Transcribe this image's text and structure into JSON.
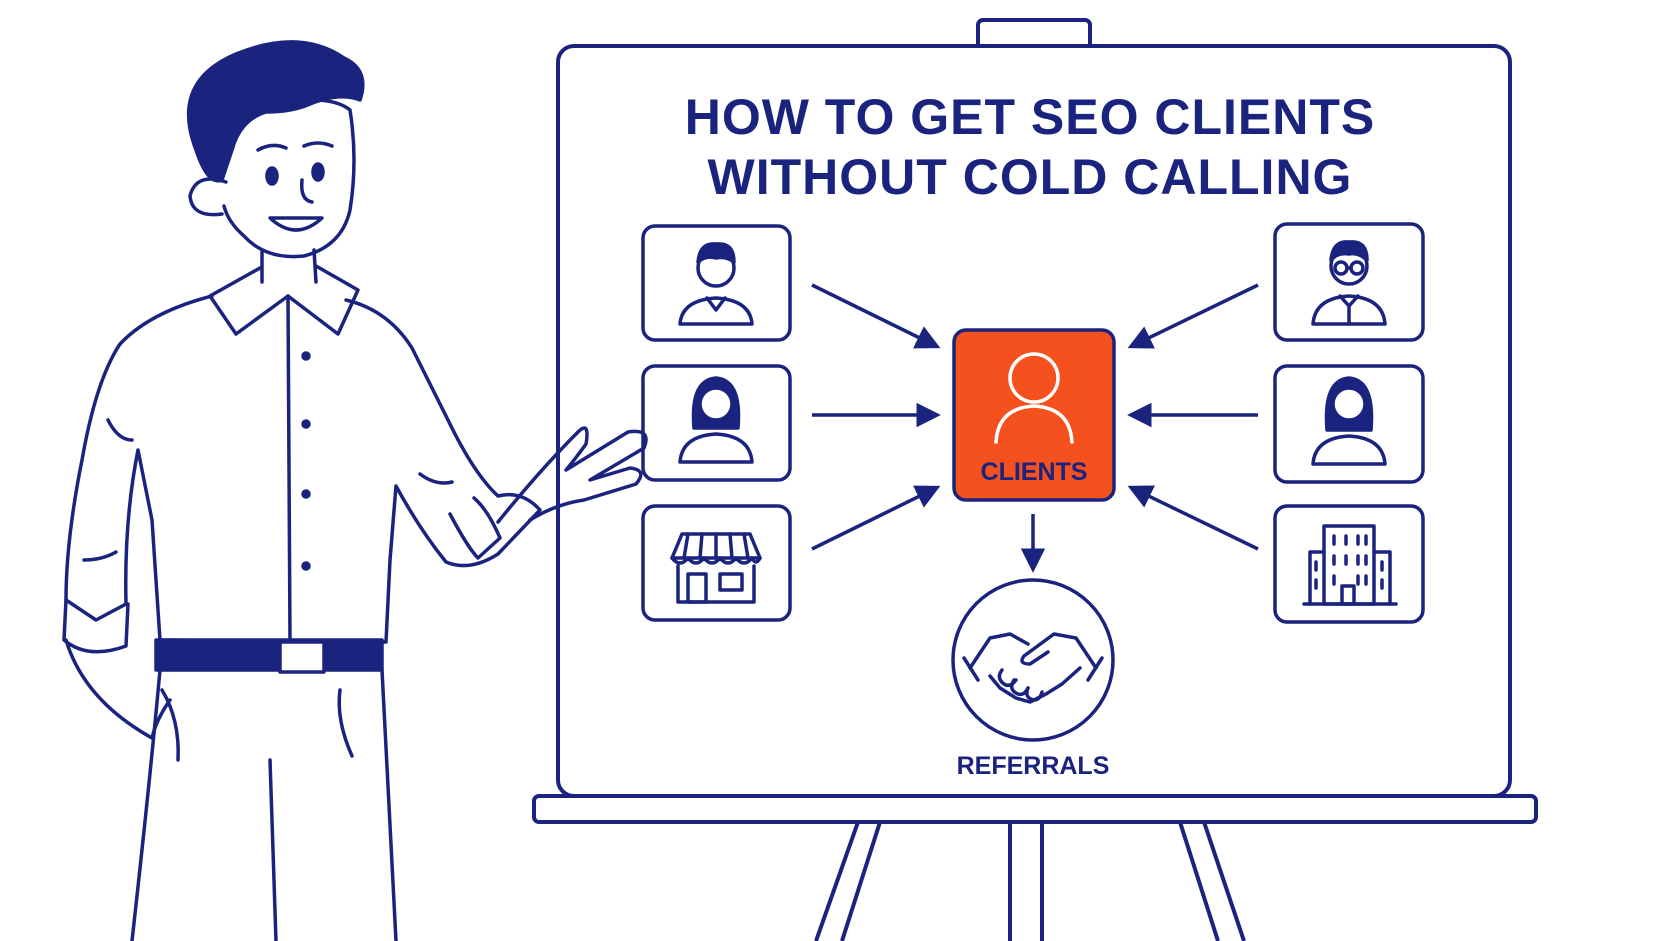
{
  "board": {
    "title_line1": "HOW TO GET SEO CLIENTS",
    "title_line2": "WITHOUT COLD CALLING"
  },
  "hub": {
    "label": "CLIENTS",
    "icon": "person-icon"
  },
  "referrals": {
    "label": "REFERRALS",
    "icon": "handshake-icon"
  },
  "sources_left": [
    {
      "icon": "man-avatar-icon"
    },
    {
      "icon": "woman-avatar-icon"
    },
    {
      "icon": "storefront-icon"
    }
  ],
  "sources_right": [
    {
      "icon": "man-with-glasses-avatar-icon"
    },
    {
      "icon": "woman-avatar-icon"
    },
    {
      "icon": "office-building-icon"
    }
  ],
  "colors": {
    "ink": "#1a237e",
    "hub_fill": "#f4511e",
    "background": "#ffffff"
  }
}
